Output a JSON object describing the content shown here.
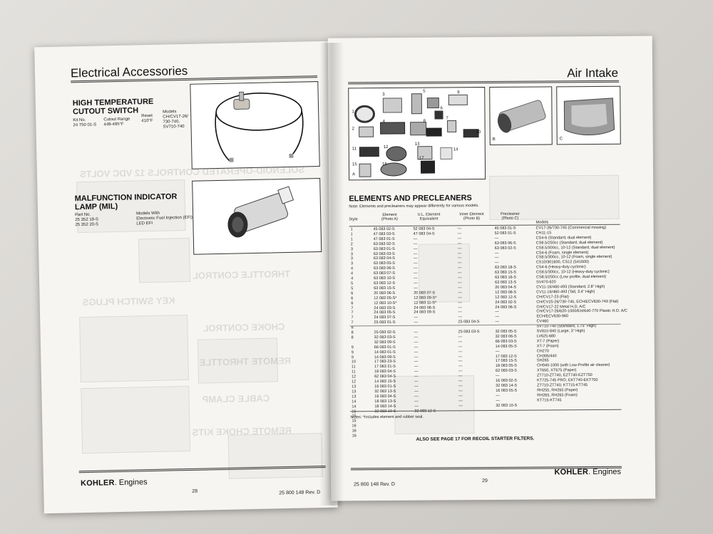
{
  "left": {
    "title": "Electrical Accessories",
    "htc": {
      "title": "HIGH TEMPERATURE CUTOUT SWITCH",
      "kit_label": "Kit No.",
      "kit_value": "24 750 01-S",
      "cutout_label": "Cutout Range",
      "cutout_value": "449-495°F",
      "reset_label": "Reset",
      "reset_value": "410°F",
      "models_label": "Models",
      "models_value_1": "CH/CV17-26/",
      "models_value_2": "730-740,",
      "models_value_3": "SV710-740"
    },
    "mil": {
      "title": "MALFUNCTION INDICATOR LAMP (MIL)",
      "part_label": "Part No.",
      "part_1": "25 352 19-S",
      "part_2": "25 352 20-S",
      "models_label": "Models With",
      "models_1": "Electronic Fuel Injection (EFI)",
      "models_2": "LED EFI"
    },
    "ghost": {
      "g1": "SOLENOID-OPERATED CONTROLS 12 VDC VOLTS",
      "g2": "THROTTLE CONTROL",
      "g3": "KEY SWITCH PLUGS",
      "g4": "CHOKE CONTROL",
      "g5": "REMOTE THROTTLE",
      "g6": "CABLE CLAMP",
      "g7": "REMOTE CHOKE KITS"
    },
    "brand_a": "KOHLER",
    "brand_b": ". Engines",
    "page_number": "28",
    "rev": "25 800 148 Rev. D"
  },
  "right": {
    "title": "Air Intake",
    "photo_labels": {
      "a": "A",
      "b": "B",
      "c": "C",
      "n1": "1",
      "n2": "2",
      "n3": "3",
      "n4": "4",
      "n5": "5",
      "n6": "6",
      "n7": "7",
      "n8": "8",
      "n9": "9",
      "n10": "10",
      "n11": "11",
      "n12": "12",
      "n13": "13",
      "n14": "14",
      "n15": "15",
      "n16": "16",
      "n17": "17"
    },
    "section_title": "ELEMENTS AND PRECLEANERS",
    "note": "Note: Elements and precleaners may appear differently for various models.",
    "headers": {
      "style": "Style",
      "element": "Element\n(Photo A)",
      "ul": "U.L. Element\nEquivalent",
      "inner": "Inner Element\n(Photo B)",
      "precleaner": "Precleaner\n(Photo C)",
      "models": "Models"
    },
    "columns": {
      "style": "1\n1\n1\n2\n3\n3\n3\n3\n4\n4\n4\n5\n5\n6\n6\n6\n7\n7\n7\n7\n8\n8\n8\n\n9\n9\n9\n10\n11\n11\n12\n12\n13\n13\n13\n14\n14\n15\n15\n15\n16\n16\n16",
      "element": "45 083 02-S\n47 083 03-S\n47 083 01-S\n63 083 02-S\n63 083 01-S\n63 083 03-S\n63 083 04-S\n63 083 05-S\n63 083 06-S\n63 083 07-S\n63 083 10-S\n63 083 12-S\n63 083 15-S\n20 083 06-S\n12 083 05-S*\n12 083 10-S*\n24 083 03-S\n24 083 05-S\n24 083 07-S\n25 083 01-S\n\n25 083 02-S\n32 083 03-S\n32 083 09-S\n66 083 01-S\n14 083 01-S\n14 083 09-S\n17 083 23-S\n17 083 21-S\n18 083 04-S\n62 083 04-S\n14 083 15-S\n16 083 01-S\n32 083 13-S\n16 083 04-S\n18 083 13-S\n18 083 14-S\n32 083 10-S",
      "ul": "52 083 04-S\n47 083 04-S\n—\n—\n—\n—\n—\n—\n—\n—\n—\n—\n—\n20 083 07-S\n12 083 09-S*\n12 083 11-S*\n24 083 08-S\n24 083 09-S\n—\n—\n\n—\n—\n—\n—\n—\n—\n—\n—\n—\n—\n—\n—\n—\n—\n—\n—\n32 083 12-S",
      "inner": "—\n—\n—\n—\n—\n—\n—\n—\n—\n—\n—\n—\n—\n—\n—\n—\n—\n—\n—\n25 083 04-S\n\n25 083 03-S\n—\n—\n—\n—\n—\n—\n—\n—\n—\n—\n—\n—\n—\n—\n—\n—",
      "precleaner": "45 083 01-S\n52 083 01-S\n—\n63 083 06-S\n63 083 02-S\n—\n—\n—\n63 083 18-S\n63 083 15-S\n63 083 16-S\n63 083 13-S\n20 083 04-S\n12 083 08-S\n12 083 12-S\n24 083 02-S\n24 083 06-S\n—\n—\n—\n\n32 083 05-S\n32 083 06-S\n66 083 03-S\n14 083 05-S\n—\n17 083 12-S\n17 083 15-S\n18 083 05-S\n62 083 03-S\n—\n16 083 02-S\n32 083 14-S\n16 083 05-S\n—\n—\n32 083 10-S",
      "models": "CV17-26/730-745 (Commercial mowing)\nCH11-15\nCS4-6 (Standard, dual element)\nCS8.5/250cc (Standard, dual element)\nCS8.5/300cc, 10-12 (Standard, dual element)\nCS4-6 (Foam, single element)\nCS8.5/300cc, 10-12 (Foam, single element)\nCS10/301600, CS12 (541600)\nCS4-6 (Heavy-duty cyclonic)\nCS8.5/300cc, 10-12 (Heavy-duty cyclonic)\nCS8.5/250cc (Low profile, dual element)\nSV470-620\nCV11-16/460-493 (Standard, 2.8\" High)\nCV11-16/460-493 (Tall, 3.4\" High)\nCH/CV17-23 (Flat)\nCH/CV25-26/730-745, ECH/ECV630-749 (Flat)\nCH/CV17-22 Metal H.D. A/C\nCH/CV17-26/620-1000/EH/640-770 Plastic H.D. A/C\nECH/ECV630-960\nCV460\nSV710-740 (Standard, 1.75\" High)\nSV810-840 (Large, 3\" High)\nLV625-680\nXT-7 (Paper)\nXT-7 (Foam)\nCH270\nCH395/440\nSH265\nCH940-1000 (with Low-Profile air cleaner)\nXT650, XT675 (Paper)\nZT710-ZT740, EZT740-EZT750\nKT725-745 PRO, EKT740-EKT750\nZT710-ZT740, KT715-KT745\nRH255, RH265 (Paper)\nRH265, RH265 (Foam)\nKT715-KT745"
    },
    "notes": "Notes: *Includes element and rubber seal.",
    "also_see": "ALSO SEE PAGE 17 FOR RECOIL STARTER FILTERS.",
    "rev": "25 800 148 Rev. D",
    "page_number": "29",
    "brand_a": "KOHLER",
    "brand_b": ". Engines"
  },
  "colors": {
    "paper": "#f6f5f2",
    "ink": "#1b1b1b",
    "desk": "#d9d7d3"
  }
}
